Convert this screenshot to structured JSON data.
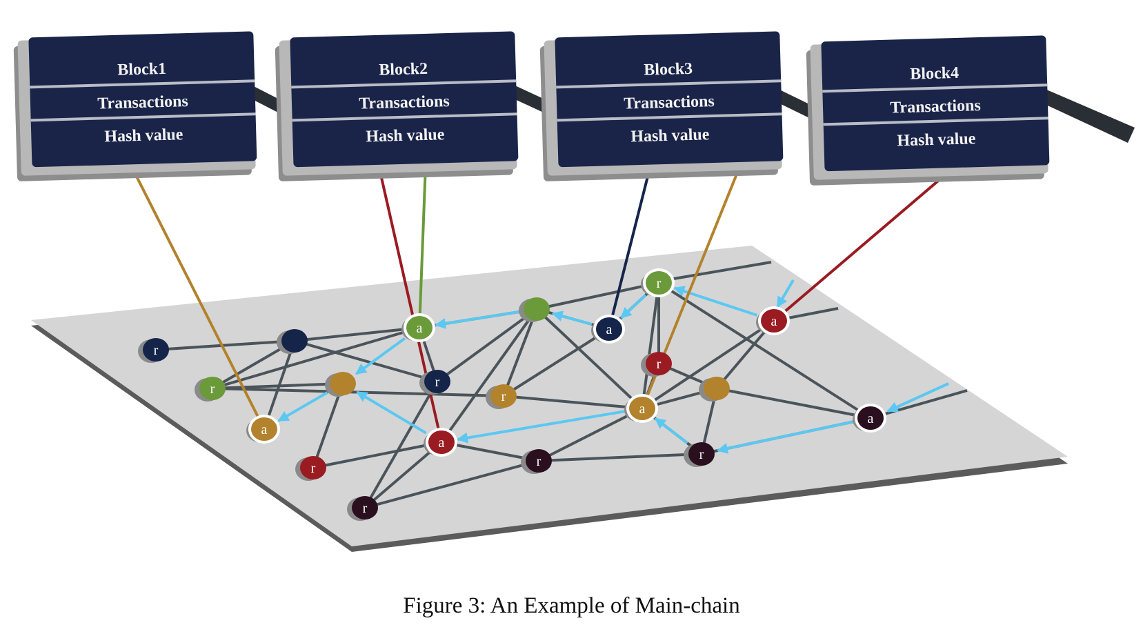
{
  "caption": "Figure 3: An Example of Main-chain",
  "blocks": [
    {
      "title": "Block1",
      "rows": [
        "Transactions",
        "Hash value"
      ]
    },
    {
      "title": "Block2",
      "rows": [
        "Transactions",
        "Hash value"
      ]
    },
    {
      "title": "Block3",
      "rows": [
        "Transactions",
        "Hash value"
      ]
    },
    {
      "title": "Block4",
      "rows": [
        "Transactions",
        "Hash value"
      ]
    }
  ],
  "colors": {
    "block_fill": "#1a2448",
    "chain_link": "#2a2e35",
    "plane": "#d6d5d5",
    "edge": "#4a545a",
    "arrow": "#5bc8f2",
    "node_navy": "#15254a",
    "node_green": "#6a9a3a",
    "node_gold": "#b2822c",
    "node_red": "#9a1b21",
    "node_dark": "#2a0f1f"
  },
  "nodes": [
    {
      "id": "n1",
      "label": "r",
      "color": "node_navy"
    },
    {
      "id": "n2",
      "label": "",
      "color": "node_navy"
    },
    {
      "id": "n3",
      "label": "r",
      "color": "node_green"
    },
    {
      "id": "n4",
      "label": "a",
      "color": "node_gold",
      "ring": true
    },
    {
      "id": "n5",
      "label": "",
      "color": "node_gold"
    },
    {
      "id": "n6",
      "label": "a",
      "color": "node_green",
      "ring": true
    },
    {
      "id": "n7",
      "label": "r",
      "color": "node_navy"
    },
    {
      "id": "n8",
      "label": "r",
      "color": "node_red"
    },
    {
      "id": "n9",
      "label": "a",
      "color": "node_red",
      "ring": true
    },
    {
      "id": "n10",
      "label": "r",
      "color": "node_dark"
    },
    {
      "id": "n11",
      "label": "r",
      "color": "node_gold"
    },
    {
      "id": "n12",
      "label": "",
      "color": "node_green"
    },
    {
      "id": "n13",
      "label": "r",
      "color": "node_dark"
    },
    {
      "id": "n14",
      "label": "a",
      "color": "node_navy",
      "ring": true
    },
    {
      "id": "n15",
      "label": "r",
      "color": "node_green",
      "ring": true
    },
    {
      "id": "n16",
      "label": "r",
      "color": "node_red"
    },
    {
      "id": "n17",
      "label": "a",
      "color": "node_gold",
      "ring": true
    },
    {
      "id": "n18",
      "label": "",
      "color": "node_gold"
    },
    {
      "id": "n19",
      "label": "r",
      "color": "node_dark"
    },
    {
      "id": "n20",
      "label": "a",
      "color": "node_red",
      "ring": true
    },
    {
      "id": "n21",
      "label": "a",
      "color": "node_dark",
      "ring": true
    }
  ],
  "edges": [
    [
      "n1",
      "n2"
    ],
    [
      "n2",
      "n6"
    ],
    [
      "n2",
      "n3"
    ],
    [
      "n2",
      "n4"
    ],
    [
      "n2",
      "n7"
    ],
    [
      "n3",
      "n6"
    ],
    [
      "n3",
      "n5"
    ],
    [
      "n3",
      "n11"
    ],
    [
      "n5",
      "n8"
    ],
    [
      "n6",
      "n12"
    ],
    [
      "n6",
      "n7"
    ],
    [
      "n7",
      "n10"
    ],
    [
      "n7",
      "n12"
    ],
    [
      "n8",
      "n9"
    ],
    [
      "n9",
      "n10"
    ],
    [
      "n9",
      "n13"
    ],
    [
      "n9",
      "n12"
    ],
    [
      "n10",
      "n13"
    ],
    [
      "n11",
      "n12"
    ],
    [
      "n11",
      "n14"
    ],
    [
      "n11",
      "n17"
    ],
    [
      "n12",
      "n14"
    ],
    [
      "n12",
      "n15"
    ],
    [
      "n12",
      "n17"
    ],
    [
      "n13",
      "n17"
    ],
    [
      "n13",
      "n19"
    ],
    [
      "n14",
      "n15"
    ],
    [
      "n15",
      "n16"
    ],
    [
      "n15",
      "n21"
    ],
    [
      "n16",
      "n18"
    ],
    [
      "n16",
      "n17"
    ],
    [
      "n17",
      "n18"
    ],
    [
      "n17",
      "n20"
    ],
    [
      "n18",
      "n19"
    ],
    [
      "n18",
      "n20"
    ],
    [
      "n18",
      "n21"
    ],
    [
      "n19",
      "n21"
    ],
    [
      "n15",
      "n17"
    ],
    [
      "n17",
      "n19"
    ]
  ],
  "arrows": [
    [
      "n12",
      "n6"
    ],
    [
      "n6",
      "n5"
    ],
    [
      "n5",
      "n4"
    ],
    [
      "n9",
      "n5"
    ],
    [
      "n17",
      "n9"
    ],
    [
      "n14",
      "n12"
    ],
    [
      "n15",
      "n14"
    ],
    [
      "n20",
      "n15"
    ],
    [
      "n19",
      "n17"
    ],
    [
      "n21",
      "n19"
    ]
  ],
  "connectors": [
    {
      "block": 0,
      "node": "n4",
      "color": "node_gold"
    },
    {
      "block": 1,
      "node": "n9",
      "color": "node_red"
    },
    {
      "block": 1,
      "node": "n6",
      "color": "node_green"
    },
    {
      "block": 2,
      "node": "n14",
      "color": "node_navy"
    },
    {
      "block": 2,
      "node": "n17",
      "color": "node_gold"
    },
    {
      "block": 3,
      "node": "n20",
      "color": "node_red"
    }
  ]
}
